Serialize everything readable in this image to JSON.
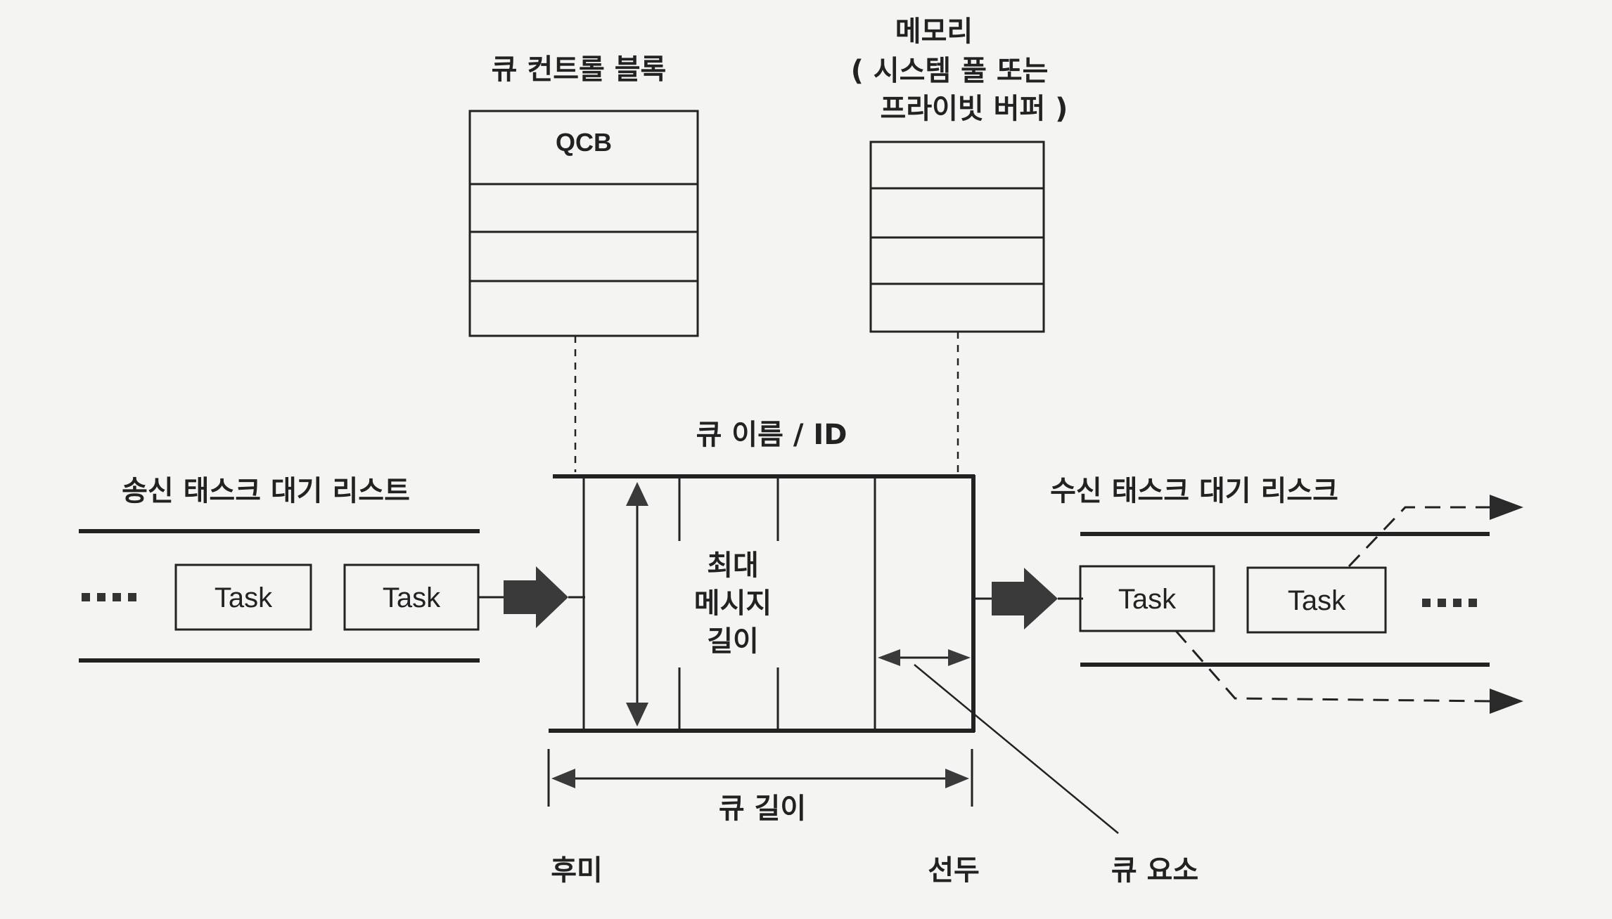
{
  "qcb_block": {
    "title": "큐 컨트롤 블록",
    "header": "QCB"
  },
  "memory": {
    "line1": "메모리",
    "line2": "( 시스템 풀 또는",
    "line3": "프라이빗 버퍼 )"
  },
  "queue": {
    "name": "큐 이름 / ID",
    "max_msg_line1": "최대",
    "max_msg_line2": "메시지",
    "max_msg_line3": "길이",
    "length": "큐 길이",
    "tail": "후미",
    "head": "선두",
    "element": "큐 요소"
  },
  "send_list": {
    "title": "송신 태스크 대기 리스트",
    "tasks": [
      "Task",
      "Task"
    ]
  },
  "recv_list": {
    "title": "수신 태스크 대기 리스크",
    "tasks": [
      "Task",
      "Task"
    ]
  },
  "colors": {
    "line": "#222222",
    "arrow_fill": "#3a3a3a",
    "background": "#f4f4f2"
  }
}
